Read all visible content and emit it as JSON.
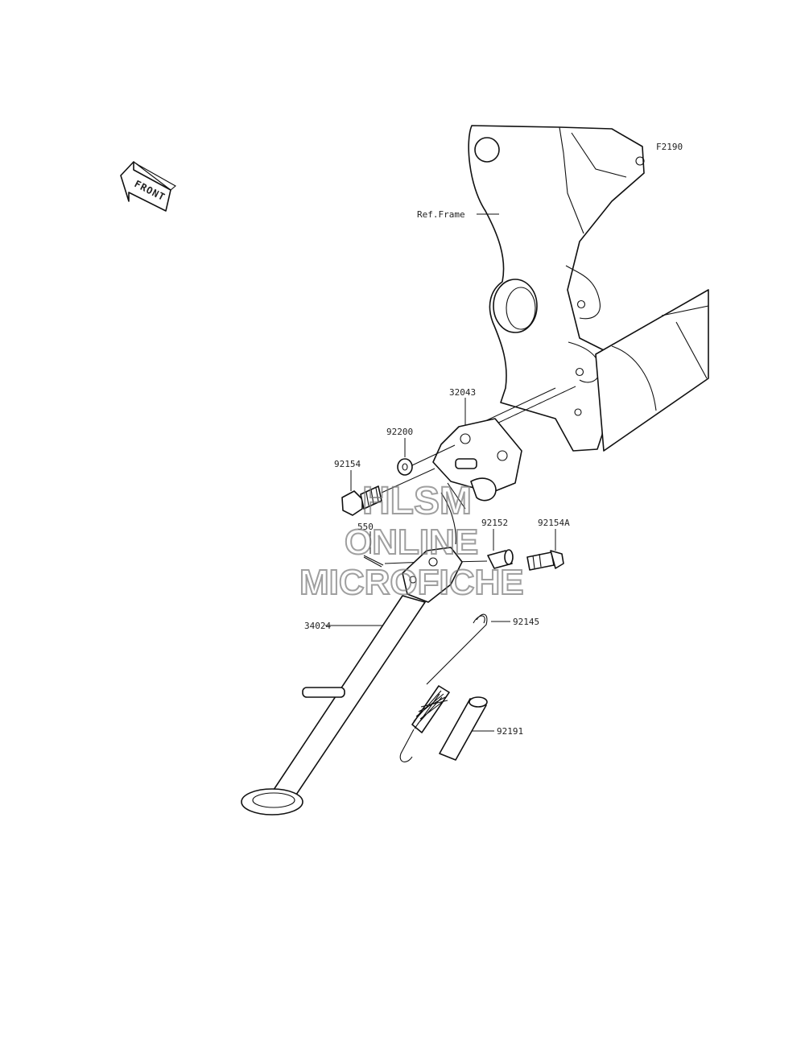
{
  "figure_code": "F2190",
  "ref_frame_label": "Ref.Frame",
  "front_badge": {
    "text": "FRONT",
    "icon": "front-arrow-icon"
  },
  "parts": {
    "p32043": "32043",
    "p92200": "92200",
    "p92154": "92154",
    "p550": "550",
    "p92152": "92152",
    "p92154A": "92154A",
    "p34024": "34024",
    "p92145": "92145",
    "p92191": "92191"
  },
  "watermark": {
    "line1": "HLSM",
    "line2": "ONLINE",
    "line3": "MICROFICHE"
  },
  "colors": {
    "line": "#111111",
    "watermark": "#777777",
    "background": "#ffffff"
  }
}
